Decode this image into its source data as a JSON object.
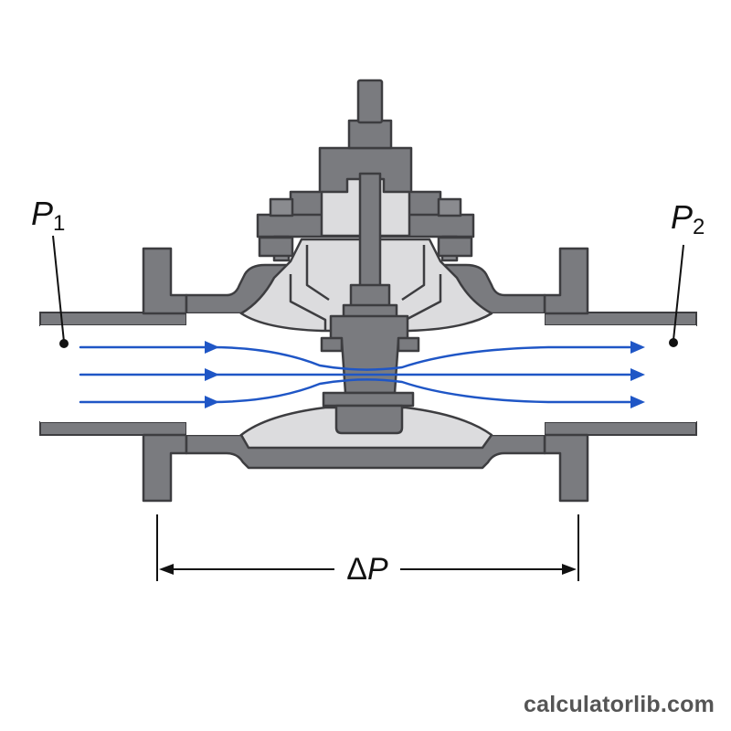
{
  "labels": {
    "inlet_pressure": "P",
    "inlet_subscript": "1",
    "outlet_pressure": "P",
    "outlet_subscript": "2",
    "delta_symbol": "Δ",
    "delta_variable": "P"
  },
  "watermark": "calculatorlib.com",
  "colors": {
    "valve_body": "#7a7b7f",
    "valve_outline": "#3d3d40",
    "valve_interior": "#dcdcde",
    "pipe_fill": "#ffffff",
    "flow_lines": "#1f56c6",
    "text": "#111111",
    "watermark": "#555555"
  }
}
